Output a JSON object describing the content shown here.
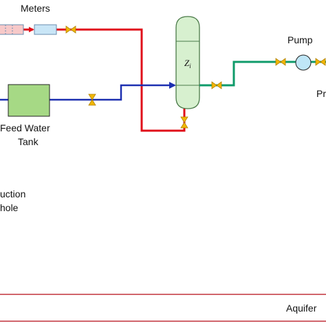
{
  "labels": {
    "meters": "Meters",
    "pump": "Pump",
    "pump_partial": "Pr",
    "feed_water_line1": "Feed Water",
    "feed_water_line2": "Tank",
    "borehole_partial_line1": "uction",
    "borehole_partial_line2": "hole",
    "aquifer": "Aquifer",
    "column_symbol": "Z",
    "column_subscript": "i"
  },
  "colors": {
    "gas_line": "#e0101a",
    "water_line": "#1c2fb0",
    "product_line": "#0f9b6a",
    "tank_fill": "#a6d985",
    "column_fill": "#d7f0cf",
    "column_stroke": "#4a7a48",
    "valve": "#f2b705",
    "pump_fill": "#bfe6f7",
    "meter_red": "#f7c9c9",
    "meter_blue": "#c9e6f7",
    "aquifer_line": "#c0303a"
  },
  "icons": {
    "valve": "valve-icon",
    "pump": "pump-icon",
    "meter": "flow-meter-icon"
  }
}
